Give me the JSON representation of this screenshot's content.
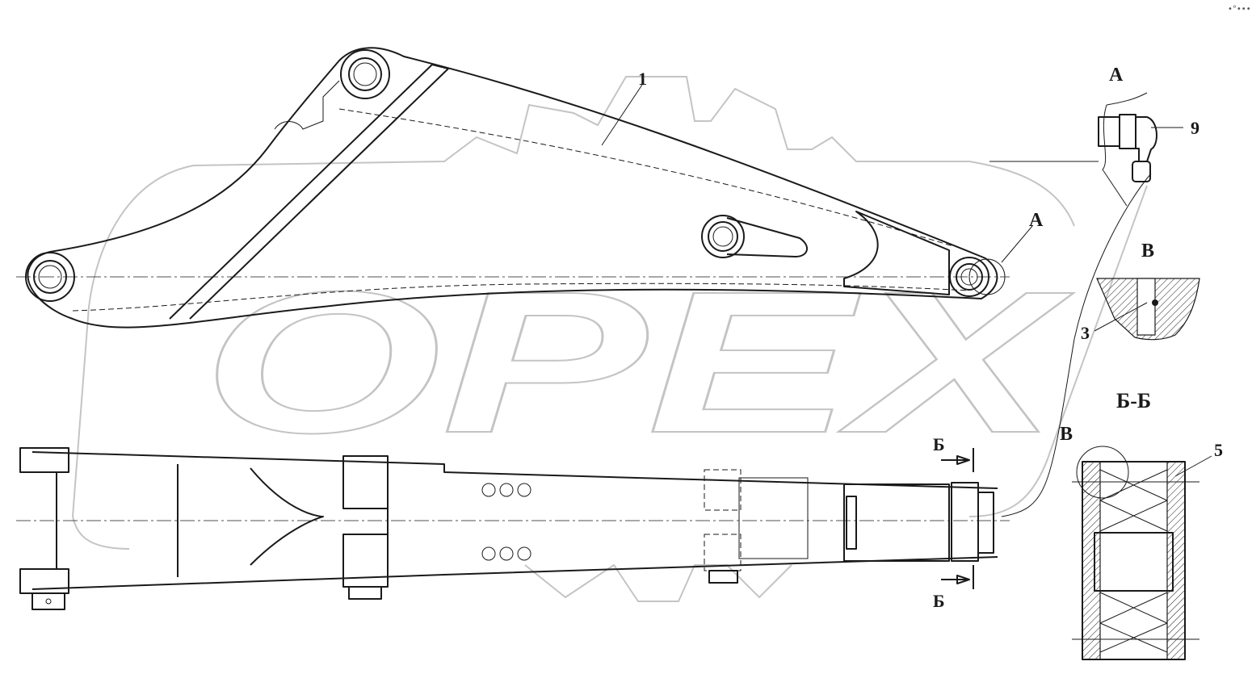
{
  "watermark": {
    "text": "OPEX"
  },
  "corner_mark": "•°•••",
  "labels": {
    "part_1": "1",
    "part_3": "3",
    "part_5": "5",
    "part_9": "9",
    "view_a_main": "А",
    "view_a_detail": "А",
    "view_v_title": "В",
    "view_v_callout": "В",
    "section_top": "Б",
    "section_bottom": "Б",
    "section_title": "Б-Б"
  }
}
